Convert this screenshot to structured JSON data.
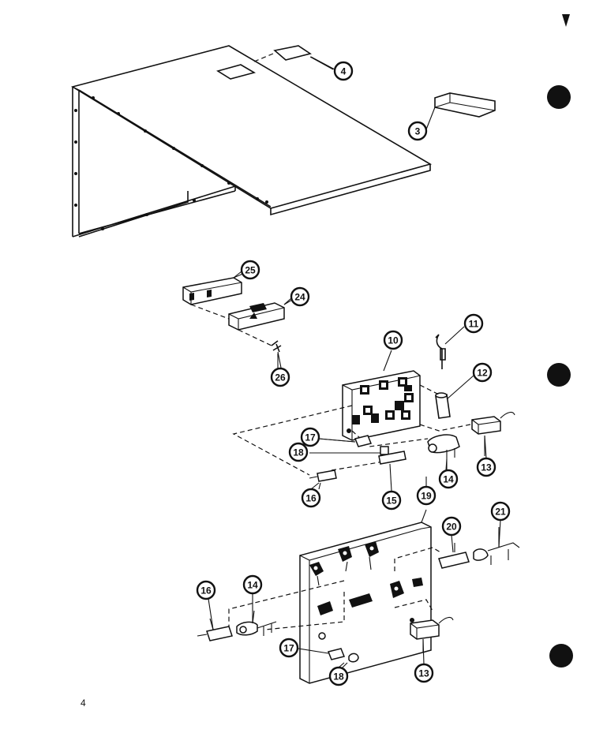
{
  "diagram": {
    "page_number": "4",
    "callouts": {
      "c4": "4",
      "c3": "3",
      "c25": "25",
      "c24": "24",
      "c26": "26",
      "c10": "10",
      "c11": "11",
      "c12": "12",
      "c17a": "17",
      "c18a": "18",
      "c13a": "13",
      "c14a": "14",
      "c15": "15",
      "c16a": "16",
      "c19": "19",
      "c20": "20",
      "c21": "21",
      "c16b": "16",
      "c14b": "14",
      "c17b": "17",
      "c18b": "18",
      "c13b": "13"
    }
  }
}
